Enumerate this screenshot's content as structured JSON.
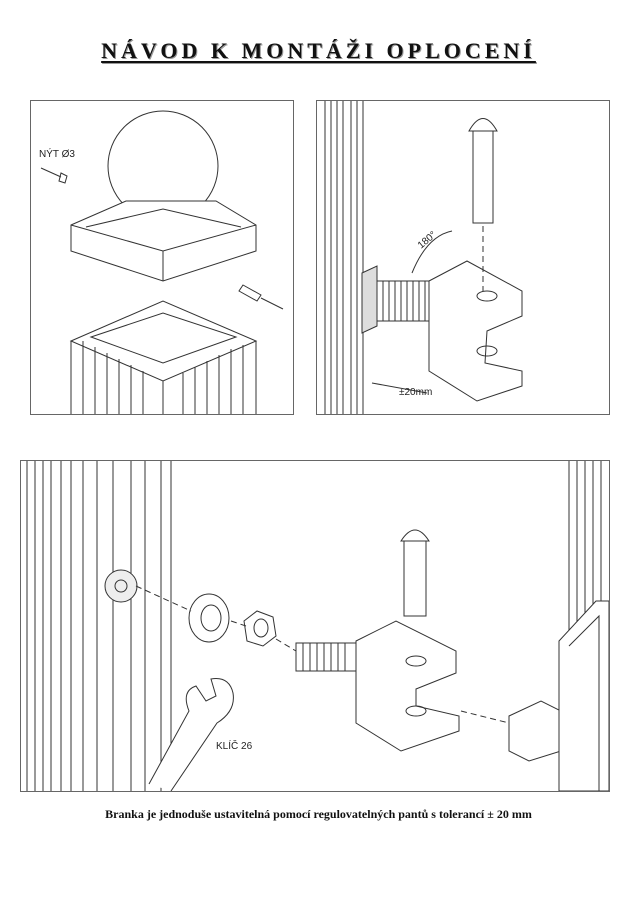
{
  "title": "NÁVOD K MONTÁŽI OPLOCENÍ",
  "labels": {
    "rivet": "NÝT Ø3",
    "rotation": "180°",
    "adjust": "±20mm",
    "wrench": "KLÍČ 26"
  },
  "caption": "Branka je jednoduše ustavitelná pomocí regulovatelných pantů s tolerancí ± 20 mm"
}
